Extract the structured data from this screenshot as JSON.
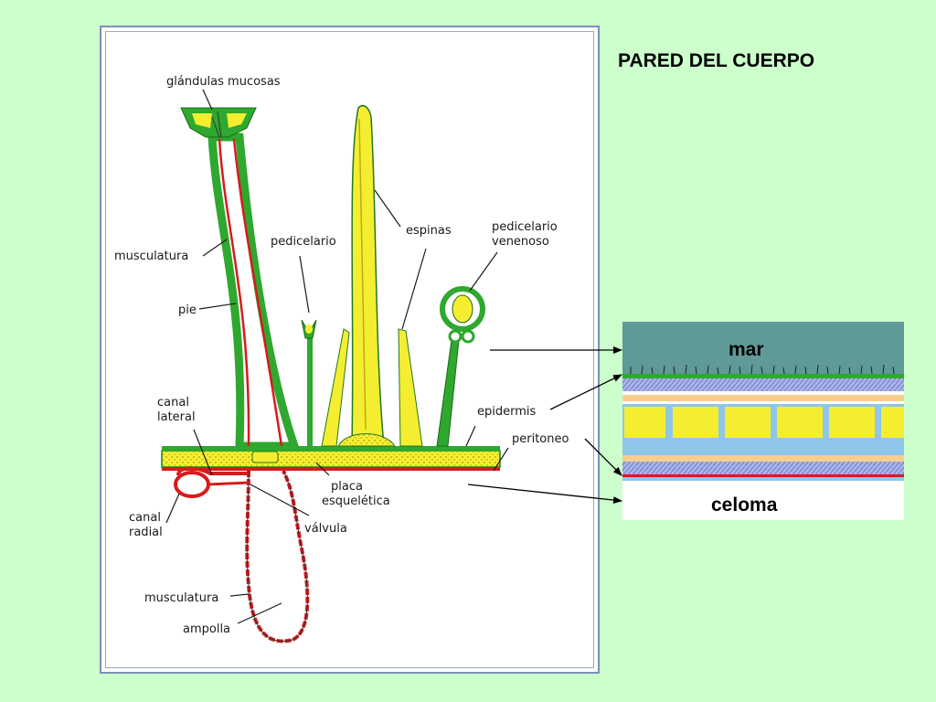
{
  "title": "PARED DEL CUERPO",
  "colors": {
    "background": "#ccffcc",
    "epidermis_green": "#2ea82e",
    "yellow": "#f5ee30",
    "red": "#d81b1b",
    "sea": "#5f9a98"
  },
  "labels": {
    "glandulas": "glándulas mucosas",
    "espinas": "espinas",
    "pedicelario": "pedicelario",
    "pedicelario_venenoso_1": "pedicelario",
    "pedicelario_venenoso_2": "venenoso",
    "musculatura_top": "musculatura",
    "pie": "pie",
    "epidermis": "epidermis",
    "peritoneo": "peritoneo",
    "canal_lateral_1": "canal",
    "canal_lateral_2": "lateral",
    "placa_1": "placa",
    "placa_2": "esquelética",
    "canal_radial_1": "canal",
    "canal_radial_2": "radial",
    "valvula": "válvula",
    "musculatura_bottom": "musculatura",
    "ampolla": "ampolla"
  },
  "inset": {
    "top_label": "mar",
    "bottom_label": "celoma"
  }
}
